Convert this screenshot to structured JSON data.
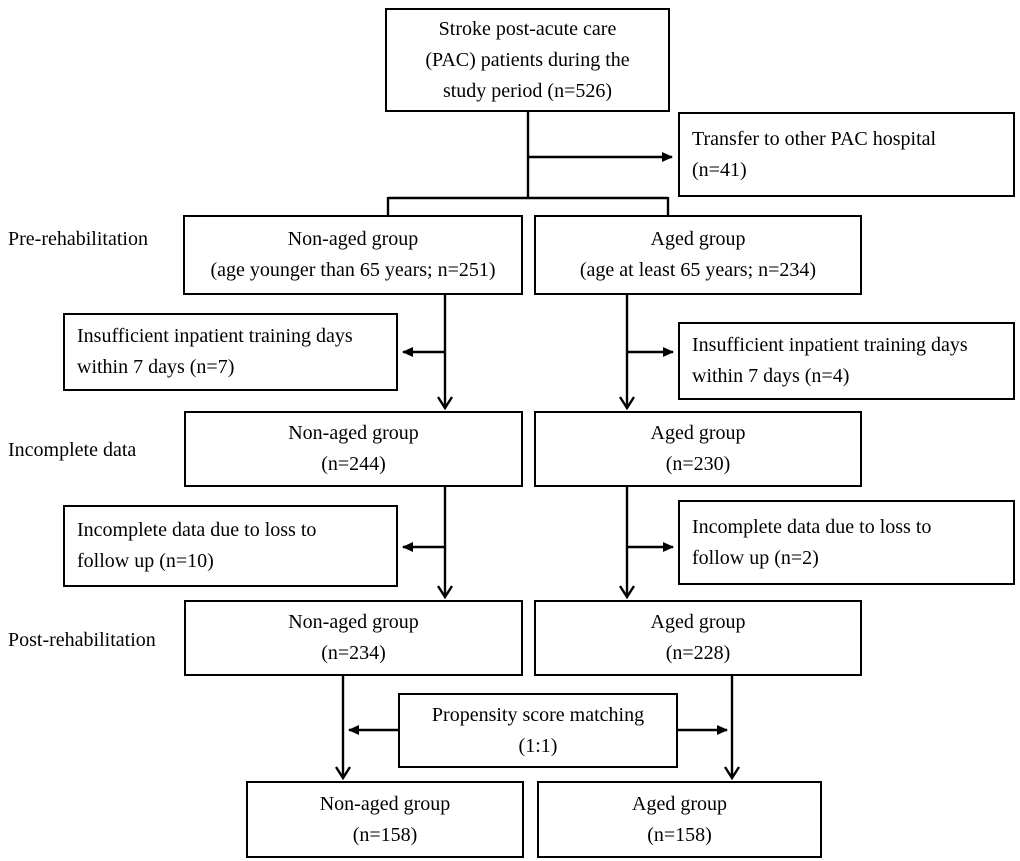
{
  "figure": {
    "type": "patient-flow-diagram",
    "stage_labels": {
      "pre_rehabilitation": "Pre-rehabilitation",
      "incomplete_data": "Incomplete data",
      "post_rehabilitation": "Post-rehabilitation"
    },
    "boxes": {
      "enrollment": {
        "lines": [
          "Stroke post-acute care",
          "(PAC) patients during the",
          "study period (n=526)"
        ],
        "n": 526
      },
      "transfer_excluded": {
        "lines": [
          "Transfer to other PAC hospital",
          "(n=41)"
        ],
        "n": 41
      },
      "pre_rehab_non_aged": {
        "lines": [
          "Non-aged group",
          "(age younger than 65 years; n=251)"
        ],
        "n": 251
      },
      "pre_rehab_aged": {
        "lines": [
          "Aged group",
          "(age at least 65 years; n=234)"
        ],
        "n": 234
      },
      "excluded_training_non_aged": {
        "lines": [
          "Insufficient inpatient training days",
          "within 7 days (n=7)"
        ],
        "n": 7
      },
      "excluded_training_aged": {
        "lines": [
          "Insufficient inpatient training days",
          "within 7 days (n=4)"
        ],
        "n": 4
      },
      "incomplete_non_aged": {
        "lines": [
          "Non-aged group",
          "(n=244)"
        ],
        "n": 244
      },
      "incomplete_aged": {
        "lines": [
          "Aged group",
          "(n=230)"
        ],
        "n": 230
      },
      "excluded_followup_non_aged": {
        "lines": [
          "Incomplete data due to loss to",
          "follow up (n=10)"
        ],
        "n": 10
      },
      "excluded_followup_aged": {
        "lines": [
          "Incomplete data due to loss to",
          "follow up (n=2)"
        ],
        "n": 2
      },
      "post_rehab_non_aged": {
        "lines": [
          "Non-aged group",
          "(n=234)"
        ],
        "n": 234
      },
      "post_rehab_aged": {
        "lines": [
          "Aged group",
          "(n=228)"
        ],
        "n": 228
      },
      "propensity_matching": {
        "lines": [
          "Propensity score matching",
          "(1:1)"
        ],
        "ratio": "1:1"
      },
      "matched_non_aged": {
        "lines": [
          "Non-aged group",
          "(n=158)"
        ],
        "n": 158
      },
      "matched_aged": {
        "lines": [
          "Aged group",
          "(n=158)"
        ],
        "n": 158
      }
    },
    "colors": {
      "background": "#ffffff",
      "line": "#000000",
      "box_border": "#000000",
      "text": "#000000"
    }
  }
}
